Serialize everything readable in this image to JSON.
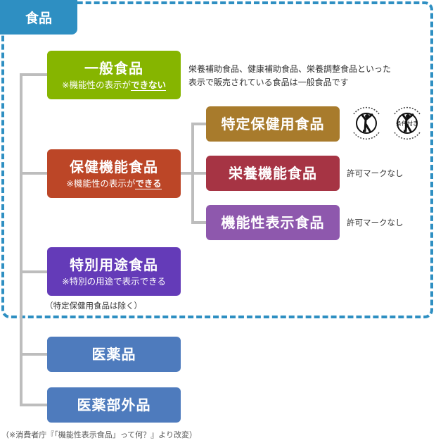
{
  "title": "食品",
  "colors": {
    "frame": "#2e8fc2",
    "connector": "#bdbdbd",
    "general": "#86b500",
    "health": "#bc4627",
    "tokuho": "#a87b2c",
    "nutrient": "#a63444",
    "function": "#8e58ad",
    "special": "#643bb8",
    "medicine": "#4e7bbd"
  },
  "general_food": {
    "title": "一般食品",
    "note_prefix": "※機能性の表示が",
    "note_emphasis": "できない",
    "description_line1": "栄養補助食品、健康補助食品、栄養調整食品といった",
    "description_line2": "表示で販売されている食品は一般食品です"
  },
  "health_function_food": {
    "title": "保健機能食品",
    "note_prefix": "※機能性の表示が",
    "note_emphasis": "できる",
    "children": [
      {
        "title": "特定保健用食品",
        "mark": "消費者庁許可 特定保健用食品 マーク",
        "mark_conditional_label": "条件付き"
      },
      {
        "title": "栄養機能食品",
        "note": "許可マークなし"
      },
      {
        "title": "機能性表示食品",
        "note": "許可マークなし"
      }
    ]
  },
  "special_use_food": {
    "title": "特別用途食品",
    "note": "※特別の用途で表示できる",
    "footnote": "（特定保健用食品は除く）"
  },
  "medicine": {
    "title": "医薬品"
  },
  "quasi_drug": {
    "title": "医薬部外品"
  },
  "mark_text": {
    "top": "消費者庁許可",
    "bottom": "特定保健用食品"
  },
  "source": "（※消費者庁『「機能性表示食品」って何？』より改変）"
}
